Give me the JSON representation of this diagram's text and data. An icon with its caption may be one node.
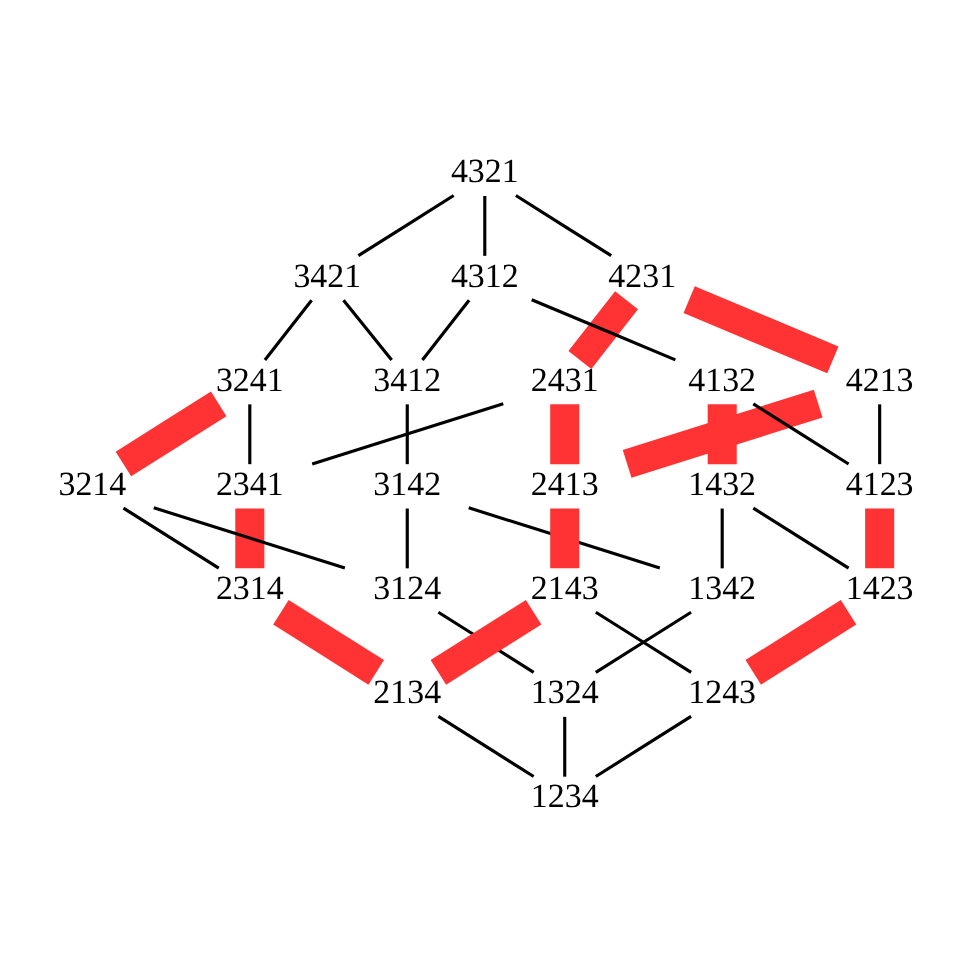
{
  "diagram": {
    "nodes": [
      {
        "text": [
          "4321"
        ]
      },
      {
        "text": [
          "3421"
        ]
      },
      {
        "text": [
          "4231"
        ]
      },
      {
        "text": [
          "4312"
        ]
      },
      {
        "text": [
          "3241"
        ]
      },
      {
        "text": [
          "2431"
        ]
      },
      {
        "text": [
          "3412"
        ]
      },
      {
        "text": [
          "4213"
        ]
      },
      {
        "text": [
          "4132"
        ]
      },
      {
        "text": [
          "2341"
        ]
      },
      {
        "text": [
          "3214"
        ]
      },
      {
        "text": [
          "3142"
        ]
      },
      {
        "text": [
          "2413"
        ]
      },
      {
        "text": [
          "1432"
        ]
      },
      {
        "text": [
          "4123"
        ]
      },
      {
        "text": [
          "2314"
        ]
      },
      {
        "text": [
          "3124"
        ]
      },
      {
        "text": [
          "2143"
        ]
      },
      {
        "text": [
          "1342"
        ]
      },
      {
        "text": [
          "1423"
        ]
      },
      {
        "text": [
          "2134"
        ]
      },
      {
        "text": [
          "1324"
        ]
      },
      {
        "text": [
          "1243"
        ]
      },
      {
        "text": [
          "1234"
        ]
      }
    ],
    "edges": [
      {
        "from": 0,
        "to": 1,
        "arrow": "none"
      },
      {
        "from": 0,
        "to": 2,
        "arrow": "none"
      },
      {
        "from": 0,
        "to": 3,
        "arrow": "none"
      },
      {
        "from": 1,
        "to": 4,
        "arrow": "none"
      },
      {
        "from": 1,
        "to": 6,
        "arrow": "none"
      },
      {
        "from": 2,
        "to": 5,
        "arrow": "none",
        "style": "thick",
        "color": "#ff3333"
      },
      {
        "from": 2,
        "to": 7,
        "arrow": "none",
        "style": "thick",
        "color": "#ff3333"
      },
      {
        "from": 3,
        "to": 6,
        "arrow": "none"
      },
      {
        "from": 3,
        "to": 8,
        "arrow": "none"
      },
      {
        "from": 4,
        "to": 9,
        "arrow": "none"
      },
      {
        "from": 4,
        "to": 10,
        "arrow": "none",
        "style": "thick",
        "color": "#ff3333"
      },
      {
        "from": 5,
        "to": 9,
        "arrow": "none"
      },
      {
        "from": 5,
        "to": 12,
        "arrow": "none",
        "style": "thick",
        "color": "#ff3333"
      },
      {
        "from": 6,
        "to": 11,
        "arrow": "none"
      },
      {
        "from": 7,
        "to": 12,
        "arrow": "none",
        "style": "thick",
        "color": "#ff3333"
      },
      {
        "from": 7,
        "to": 14,
        "arrow": "none"
      },
      {
        "from": 8,
        "to": 13,
        "arrow": "none",
        "style": "thick",
        "color": "#ff3333"
      },
      {
        "from": 8,
        "to": 14,
        "arrow": "none"
      },
      {
        "from": 9,
        "to": 15,
        "arrow": "none",
        "style": "thick",
        "color": "#ff3333"
      },
      {
        "from": 10,
        "to": 15,
        "arrow": "none"
      },
      {
        "from": 10,
        "to": 16,
        "arrow": "none"
      },
      {
        "from": 11,
        "to": 16,
        "arrow": "none"
      },
      {
        "from": 11,
        "to": 18,
        "arrow": "none"
      },
      {
        "from": 12,
        "to": 17,
        "arrow": "none",
        "style": "thick",
        "color": "#ff3333"
      },
      {
        "from": 13,
        "to": 18,
        "arrow": "none"
      },
      {
        "from": 13,
        "to": 19,
        "arrow": "none"
      },
      {
        "from": 14,
        "to": 19,
        "arrow": "none",
        "style": "thick",
        "color": "#ff3333"
      },
      {
        "from": 15,
        "to": 20,
        "arrow": "none",
        "style": "thick",
        "color": "#ff3333"
      },
      {
        "from": 16,
        "to": 21,
        "arrow": "none"
      },
      {
        "from": 17,
        "to": 20,
        "arrow": "none",
        "style": "thick",
        "color": "#ff3333"
      },
      {
        "from": 17,
        "to": 22,
        "arrow": "none"
      },
      {
        "from": 18,
        "to": 21,
        "arrow": "none"
      },
      {
        "from": 19,
        "to": 22,
        "arrow": "none",
        "style": "thick",
        "color": "#ff3333"
      },
      {
        "from": 20,
        "to": 23,
        "arrow": "none"
      },
      {
        "from": 21,
        "to": 23,
        "arrow": "none"
      },
      {
        "from": 22,
        "to": 23,
        "arrow": "none"
      }
    ]
  }
}
